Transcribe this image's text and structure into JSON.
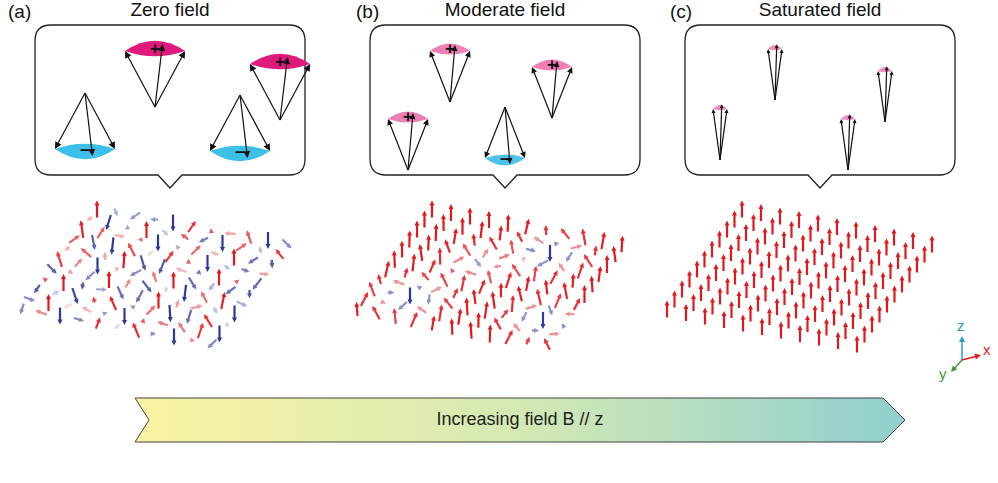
{
  "diagram": {
    "nodes": [
      {
        "text": [
          "Zero field",
          "+",
          "+",
          "−",
          "−"
        ]
      },
      {
        "text": [
          "Moderate field",
          "+",
          "+",
          "+",
          "−"
        ]
      },
      {
        "text": [
          "Saturated field"
        ]
      },
      {
        "text": [
          "Increasing field B // z"
        ]
      }
    ],
    "labels": [
      "(a)",
      "(b)",
      "(c)",
      "z",
      "y",
      "x"
    ]
  }
}
